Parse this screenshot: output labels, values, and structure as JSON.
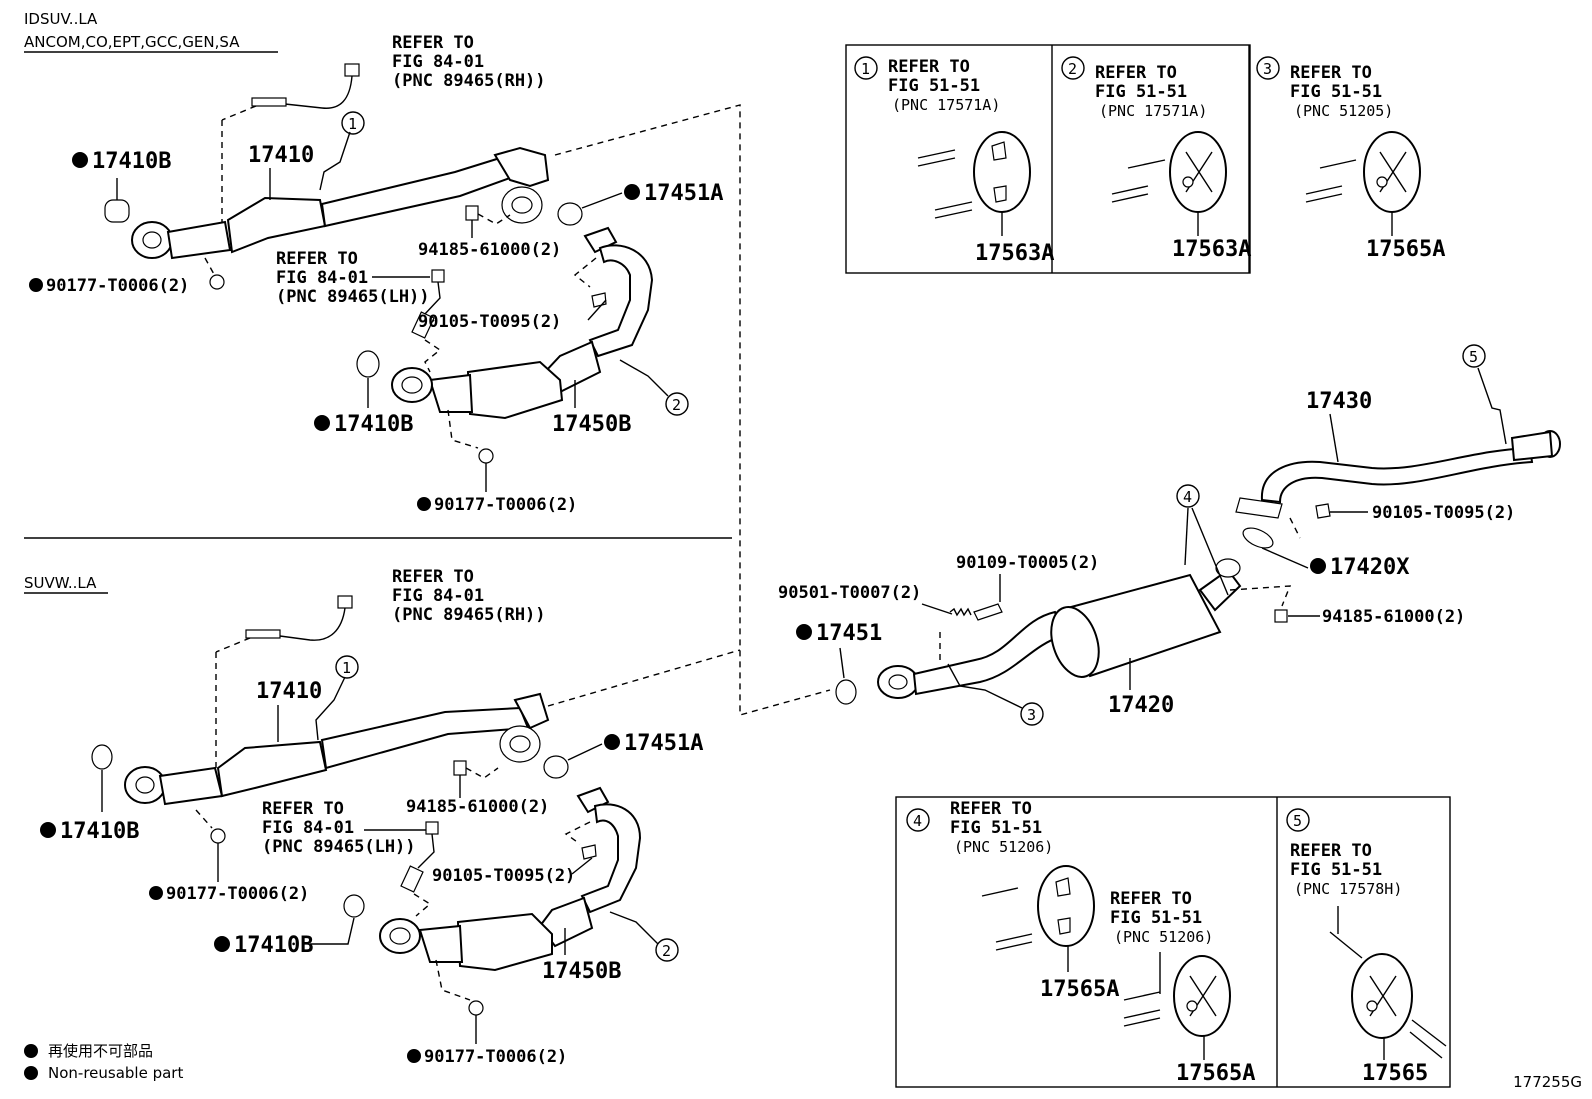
{
  "header": {
    "variant_top_line1": "IDSUV..LA",
    "variant_top_line2": "ANCOM,CO,EPT,GCC,GEN,SA",
    "variant_bottom": "SUVW..LA"
  },
  "refer": {
    "refer_to": "REFER TO",
    "fig_84_01": "FIG 84-01",
    "fig_51_51": "FIG 51-51",
    "pnc_89465_rh": "(PNC 89465(RH))",
    "pnc_89465_lh": "(PNC 89465(LH))",
    "pnc_17571a": "(PNC 17571A)",
    "pnc_51205": "(PNC 51205)",
    "pnc_51206": "(PNC 51206)",
    "pnc_17578h": "(PNC 17578H)"
  },
  "parts": {
    "p17410b": "17410B",
    "p17410": "17410",
    "p17451a": "17451A",
    "p17450b": "17450B",
    "p17451": "17451",
    "p17430": "17430",
    "p17420": "17420",
    "p17420x": "17420X",
    "p17563a": "17563A",
    "p17565a": "17565A",
    "p17565": "17565",
    "p90177": "90177-T0006(2)",
    "p94185": "94185-61000(2)",
    "p90105": "90105-T0095(2)",
    "p90109": "90109-T0005(2)",
    "p90501": "90501-T0007(2)"
  },
  "callouts": [
    "1",
    "2",
    "3",
    "4",
    "5"
  ],
  "legend": {
    "line1": "再使用不可部品",
    "line2": "Non-reusable part"
  },
  "illustration_code": "177255G"
}
